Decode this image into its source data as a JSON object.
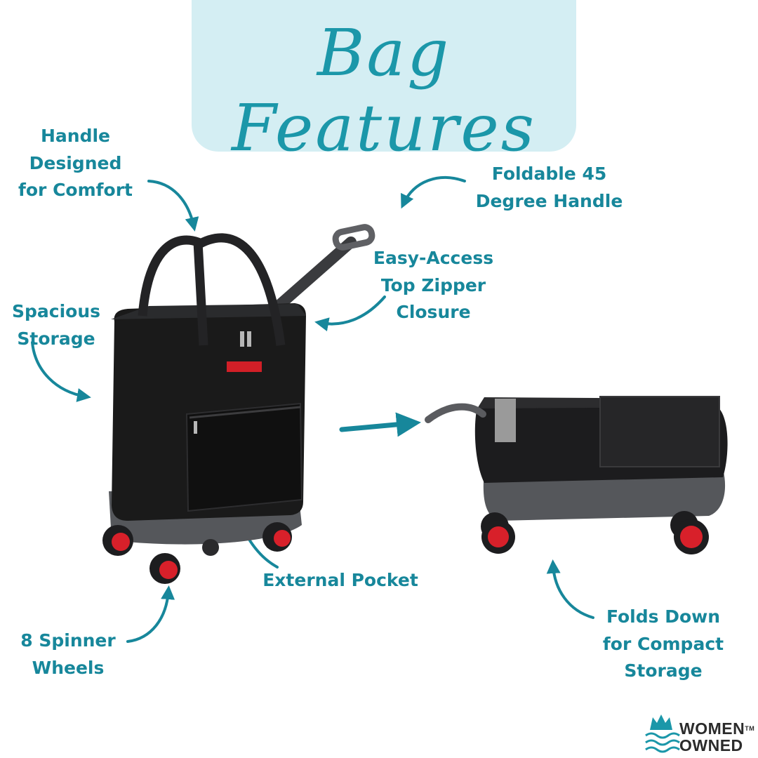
{
  "title": "Bag Features",
  "labels": {
    "handle_comfort": "Handle\nDesigned\nfor Comfort",
    "foldable_handle": "Foldable 45\nDegree Handle",
    "top_zipper": "Easy-Access\nTop Zipper\nClosure",
    "spacious_storage": "Spacious\nStorage",
    "external_pocket": "External Pocket",
    "spinner_wheels": "8 Spinner\nWheels",
    "folds_down": "Folds Down\nfor Compact\nStorage"
  },
  "logo": {
    "line1": "WOMEN",
    "tm": "TM",
    "line2": "OWNED"
  },
  "colors": {
    "accent": "#17879b",
    "title_bg": "#d4eef3",
    "bag_body": "#1a1a1a",
    "wheel_hub": "#d8202a",
    "base_shell": "#55575b"
  }
}
